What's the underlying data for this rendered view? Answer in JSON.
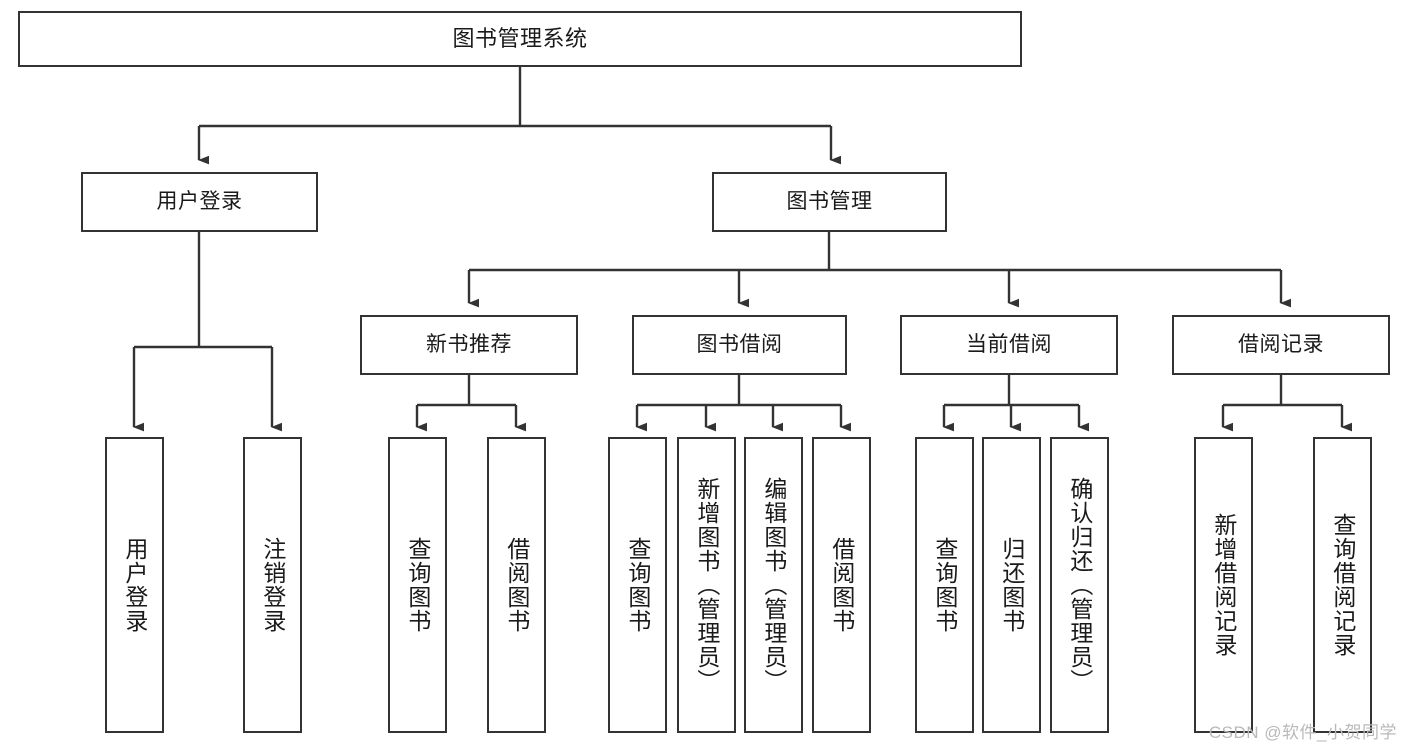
{
  "page": {
    "title": "图书管理系统结构图",
    "watermark": "CSDN @软件_小贺同学",
    "background_color": "#ffffff",
    "border_color": "#333333",
    "text_color": "#1a1a1a",
    "watermark_color": "#b9b9b9"
  },
  "nodes": {
    "root": {
      "label": "图书管理系统"
    },
    "level2": [
      {
        "label": "用户登录"
      },
      {
        "label": "图书管理"
      }
    ],
    "level3": [
      {
        "label": "新书推荐"
      },
      {
        "label": "图书借阅"
      },
      {
        "label": "当前借阅"
      },
      {
        "label": "借阅记录"
      }
    ],
    "leaves": {
      "user_login": [
        {
          "label": "用户登录"
        },
        {
          "label": "注销登录"
        }
      ],
      "new_book_recommend": [
        {
          "label": "查询图书"
        },
        {
          "label": "借阅图书"
        }
      ],
      "book_borrow": [
        {
          "label": "查询图书"
        },
        {
          "label": "新增图书（管理员）"
        },
        {
          "label": "编辑图书（管理员）"
        },
        {
          "label": "借阅图书"
        }
      ],
      "current_borrow": [
        {
          "label": "查询图书"
        },
        {
          "label": "归还图书"
        },
        {
          "label": "确认归还（管理员）"
        }
      ],
      "borrow_record": [
        {
          "label": "新增借阅记录"
        },
        {
          "label": "查询借阅记录"
        }
      ]
    }
  },
  "chart_data": {
    "type": "diagram",
    "diagram_kind": "tree-hierarchy",
    "title": "图书管理系统",
    "tree": {
      "name": "图书管理系统",
      "children": [
        {
          "name": "用户登录",
          "children": [
            {
              "name": "用户登录"
            },
            {
              "name": "注销登录"
            }
          ]
        },
        {
          "name": "图书管理",
          "children": [
            {
              "name": "新书推荐",
              "children": [
                {
                  "name": "查询图书"
                },
                {
                  "name": "借阅图书"
                }
              ]
            },
            {
              "name": "图书借阅",
              "children": [
                {
                  "name": "查询图书"
                },
                {
                  "name": "新增图书（管理员）"
                },
                {
                  "name": "编辑图书（管理员）"
                },
                {
                  "name": "借阅图书"
                }
              ]
            },
            {
              "name": "当前借阅",
              "children": [
                {
                  "name": "查询图书"
                },
                {
                  "name": "归还图书"
                },
                {
                  "name": "确认归还（管理员）"
                }
              ]
            },
            {
              "name": "借阅记录",
              "children": [
                {
                  "name": "新增借阅记录"
                },
                {
                  "name": "查询借阅记录"
                }
              ]
            }
          ]
        }
      ]
    }
  }
}
